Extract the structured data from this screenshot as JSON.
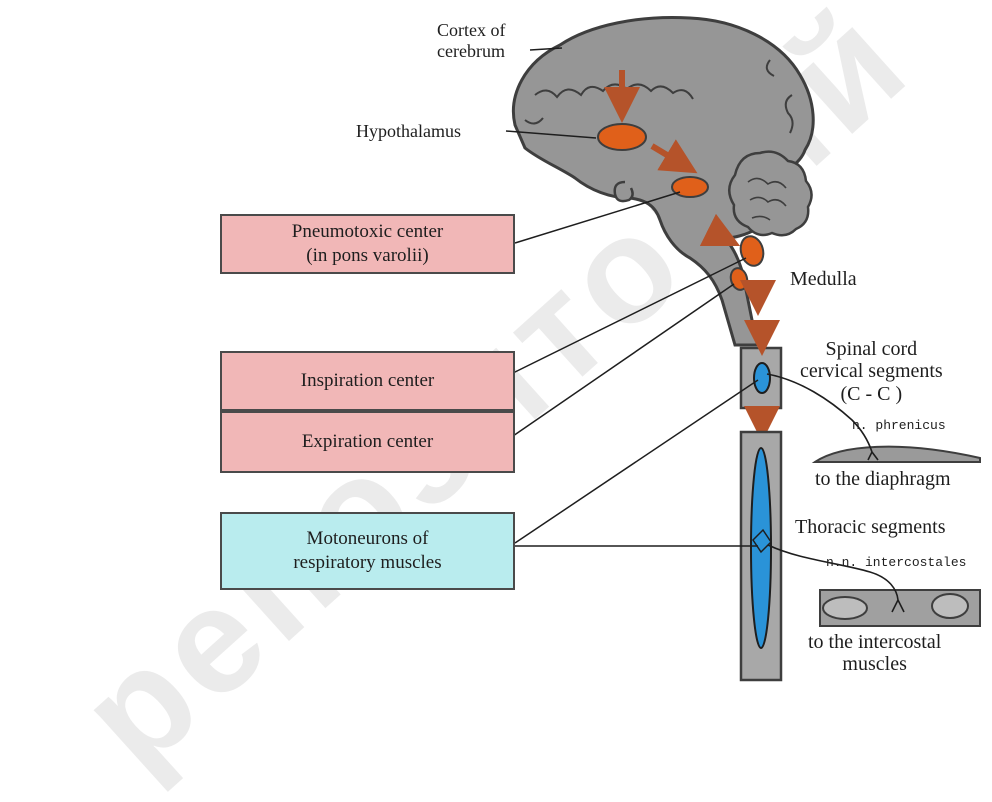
{
  "labels": {
    "cortex": "Cortex of cerebrum",
    "cortex_l1": "Cortex of",
    "cortex_l2": "cerebrum",
    "hypothalamus": "Hypothalamus",
    "medulla": "Medulla",
    "spinal_l1": "Spinal cord",
    "spinal_l2": "cervical segments",
    "spinal_l3": "(C - C )",
    "phrenicus": "n. phrenicus",
    "diaphragm": "to the diaphragm",
    "thoracic": "Thoracic segments",
    "intercostales": "n.n. intercostales",
    "intercostal_l1": "to the intercostal",
    "intercostal_l2": "muscles"
  },
  "boxes": {
    "pneumotoxic_l1": "Pneumotoxic center",
    "pneumotoxic_l2": "(in pons varolii)",
    "inspiration": "Inspiration center",
    "expiration": "Expiration center",
    "motoneurons_l1": "Motoneurons of",
    "motoneurons_l2": "respiratory muscles"
  },
  "watermark": "репозиторий",
  "colors": {
    "brain_fill": "#969696",
    "nucleus": "#e0601a",
    "arrow": "#b5532a",
    "box_pink": "#f1b7b7",
    "box_cyan": "#b9ecee",
    "cord_fill": "#a8a8a8",
    "cord_core": "#2a93d8"
  }
}
